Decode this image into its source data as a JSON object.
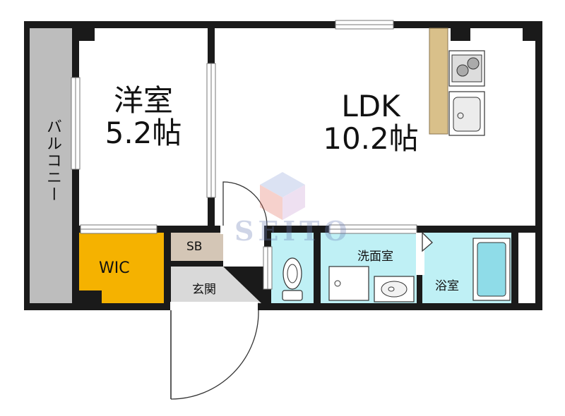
{
  "rooms": {
    "western_room": {
      "name": "洋室",
      "size": "5.2帖"
    },
    "ldk": {
      "name": "LDK",
      "size": "10.2帖"
    },
    "balcony": "バルコニー",
    "wic": "WIC",
    "sb": "SB",
    "entrance": "玄関",
    "washroom": "洗面室",
    "bathroom": "浴室"
  },
  "watermark": {
    "text": "SEITO",
    "color": "#6b7fb7"
  },
  "colors": {
    "wall": "#1a1a1a",
    "balcony": "#bdbdbd",
    "wic": "#f5b200",
    "sb": "#d4c6b6",
    "wet_area": "#bff0f5",
    "entrance_floor": "#d9d9d9",
    "kitchen_counter": "#d9c08a"
  }
}
